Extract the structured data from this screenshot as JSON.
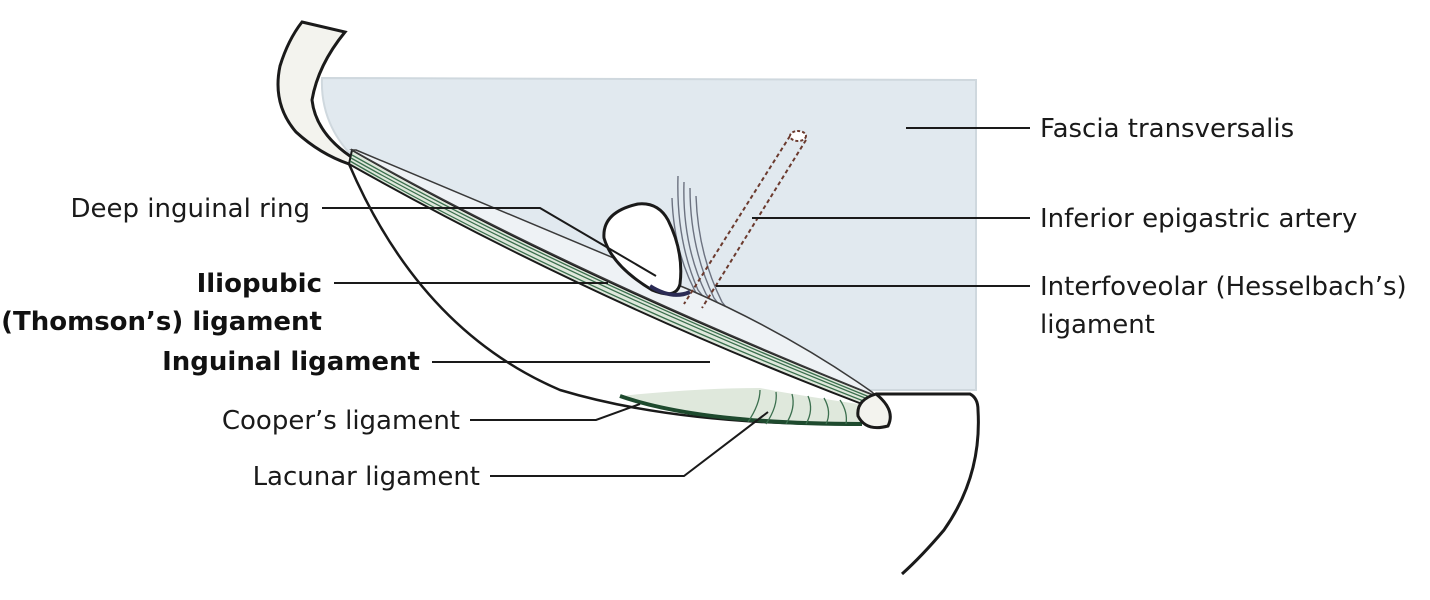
{
  "labels": {
    "fascia_transversalis": "Fascia transversalis",
    "inferior_epigastric_artery": "Inferior epigastric artery",
    "interfoveolar_line1": "Interfoveolar (Hesselbach’s)",
    "interfoveolar_line2": "ligament",
    "deep_inguinal_ring": "Deep inguinal ring",
    "iliopubic_line1": "Iliopubic",
    "iliopubic_line2": "(Thomson’s) ligament",
    "inguinal_ligament": "Inguinal ligament",
    "coopers_ligament": "Cooper’s ligament",
    "lacunar_ligament": "Lacunar ligament"
  },
  "colors": {
    "fascia_fill": "#e1e9ef",
    "ligament_green": "#3b6f4e",
    "bone_fill": "#f3f3ee",
    "outline": "#1a1a1a",
    "artery": "#6b3a2e"
  }
}
